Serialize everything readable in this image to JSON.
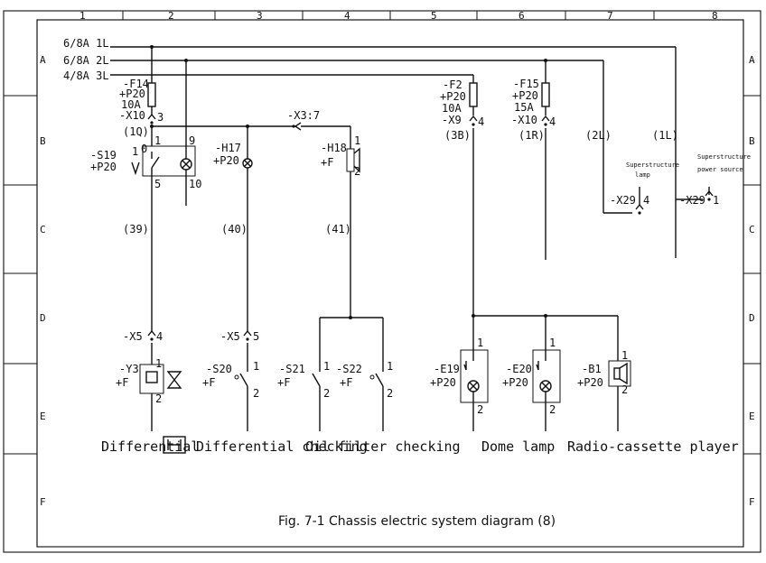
{
  "border": {
    "columns": [
      "1",
      "2",
      "3",
      "4",
      "5",
      "6",
      "7",
      "8"
    ],
    "rows": [
      "A",
      "B",
      "C",
      "D",
      "E",
      "F"
    ]
  },
  "bus": {
    "l1": "6/8A 1L",
    "l2": "6/8A 2L",
    "l3": "4/8A 3L"
  },
  "labels": {
    "f14_name": "-F14",
    "f14_loc": "+P20",
    "f14_rating": "10A",
    "x10_pin3": "-X10",
    "pin3": "3",
    "node_1q": "(1Q)",
    "x3_7": "-X3:7",
    "s19_name": "-S19",
    "s19_loc": "+P20",
    "s19_p1": "1",
    "s19_p0": "0",
    "s19_t1": "1",
    "s19_t9": "9",
    "s19_t5": "5",
    "s19_t10": "10",
    "h17_name": "-H17",
    "h17_loc": "+P20",
    "h18_name": "-H18",
    "h18_loc": "+F",
    "h18_t1": "1",
    "h18_t2": "2",
    "f2_name": "-F2",
    "f2_loc": "+P20",
    "f2_rating": "10A",
    "x9": "-X9",
    "x9_pin": "4",
    "node_3b": "(3B)",
    "f15_name": "-F15",
    "f15_loc": "+P20",
    "f15_rating": "15A",
    "x10_pin4": "-X10",
    "x10_4": "4",
    "node_1r": "(1R)",
    "node_2l": "(2L)",
    "node_1l": "(1L)",
    "superstructure_lamp_1": "Superstructure",
    "superstructure_lamp_2": "lamp",
    "superstructure_power_1": "Superstructure",
    "superstructure_power_2": "power source",
    "x29_4": "-X29",
    "x29_4pin": "4",
    "x29_1": "-X29",
    "x29_1pin": "1",
    "wire_39": "(39)",
    "wire_40": "(40)",
    "wire_41": "(41)",
    "x5_4": "-X5",
    "x5_4pin": "4",
    "x5_5": "-X5",
    "x5_5pin": "5",
    "y3_name": "-Y3",
    "y3_loc": "+F",
    "y3_t1": "1",
    "y3_t2": "2",
    "s20_name": "-S20",
    "s20_loc": "+F",
    "s20_t1": "1",
    "s20_t2": "2",
    "s21_name": "-S21",
    "s21_loc": "+F",
    "s21_t1": "1",
    "s21_t2": "2",
    "s22_name": "-S22",
    "s22_loc": "+F",
    "s22_t1": "1",
    "s22_t2": "2",
    "e19_name": "-E19",
    "e19_loc": "+P20",
    "e19_t1": "1",
    "e19_t2": "2",
    "e20_name": "-E20",
    "e20_loc": "+P20",
    "e20_t1": "1",
    "e20_t2": "2",
    "b1_name": "-B1",
    "b1_loc": "+P20",
    "b1_t1": "1",
    "b1_t2": "2"
  },
  "captions": {
    "differential": "Differential",
    "differential_checking": "Differential checking",
    "oil_filter_checking": "Oil filter checking",
    "dome_lamp": "Dome lamp",
    "radio_cassette_player": "Radio-cassette player"
  },
  "title": "Fig. 7-1 Chassis electric system diagram (8)"
}
